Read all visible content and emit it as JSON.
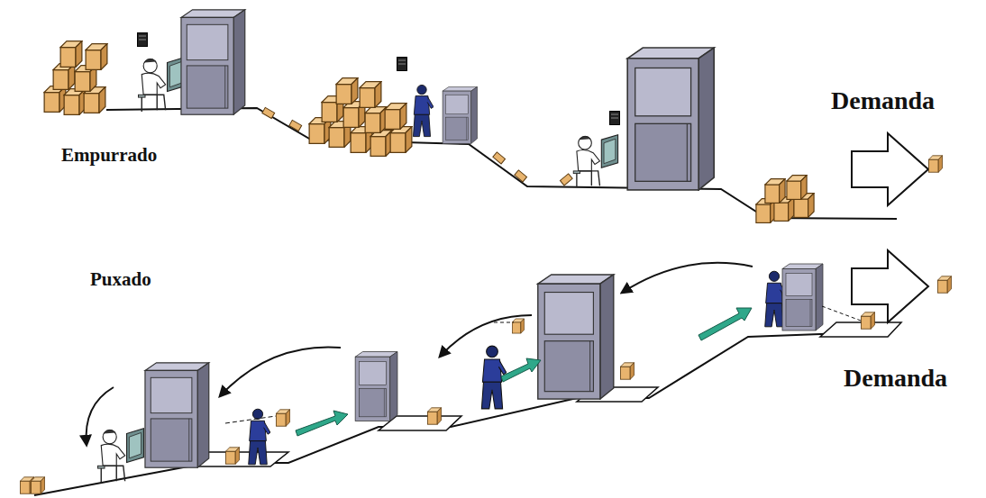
{
  "diagram": {
    "labels": [
      "Empurrado",
      "Demanda",
      "Puxado",
      "Demanda"
    ]
  }
}
